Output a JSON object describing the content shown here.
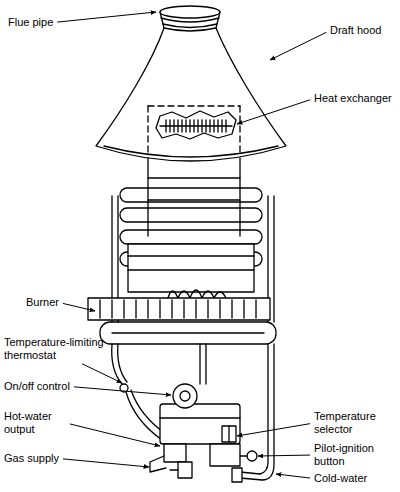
{
  "diagram": {
    "labels": [
      "Flue pipe",
      "Draft hood",
      "Heat exchanger",
      "Burner",
      "Temperature-limiting thermostat",
      "On/off control",
      "Hot-water output",
      "Gas supply",
      "Temperature selector",
      "Pilot-ignition button",
      "Cold-water"
    ]
  }
}
